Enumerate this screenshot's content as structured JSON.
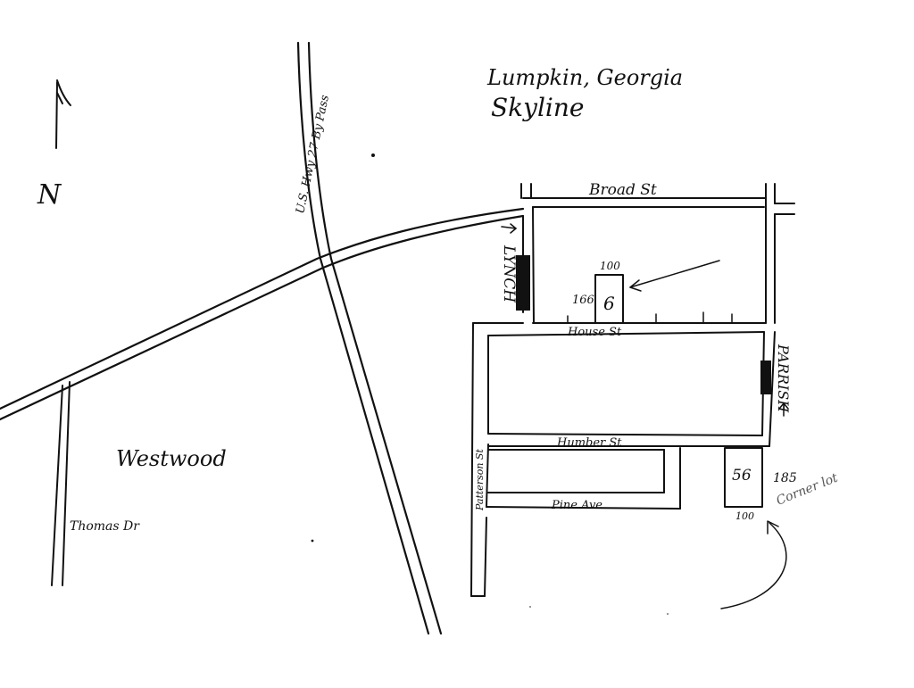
{
  "title": {
    "line1": "Lumpkin, Georgia",
    "line2": "Skyline"
  },
  "north_label": "N",
  "roads": {
    "highway": "U.S. Hwy 27 By Pass",
    "broad": "Broad St",
    "lynch": "LYNCH",
    "parrish": "PARRISH",
    "house": "House St",
    "humber": "Humber St",
    "pine": "Pine Ave",
    "patterson": "Patterson St",
    "thomas": "Thomas Dr"
  },
  "areas": {
    "westwood": "Westwood"
  },
  "lots": {
    "lot6": {
      "number": "6",
      "frontage": "100",
      "depth": "166"
    },
    "lot56": {
      "number": "56",
      "frontage": "100",
      "depth": "185",
      "note": "Corner lot"
    }
  },
  "colors": {
    "ink": "#111111",
    "paper": "#ffffff"
  }
}
